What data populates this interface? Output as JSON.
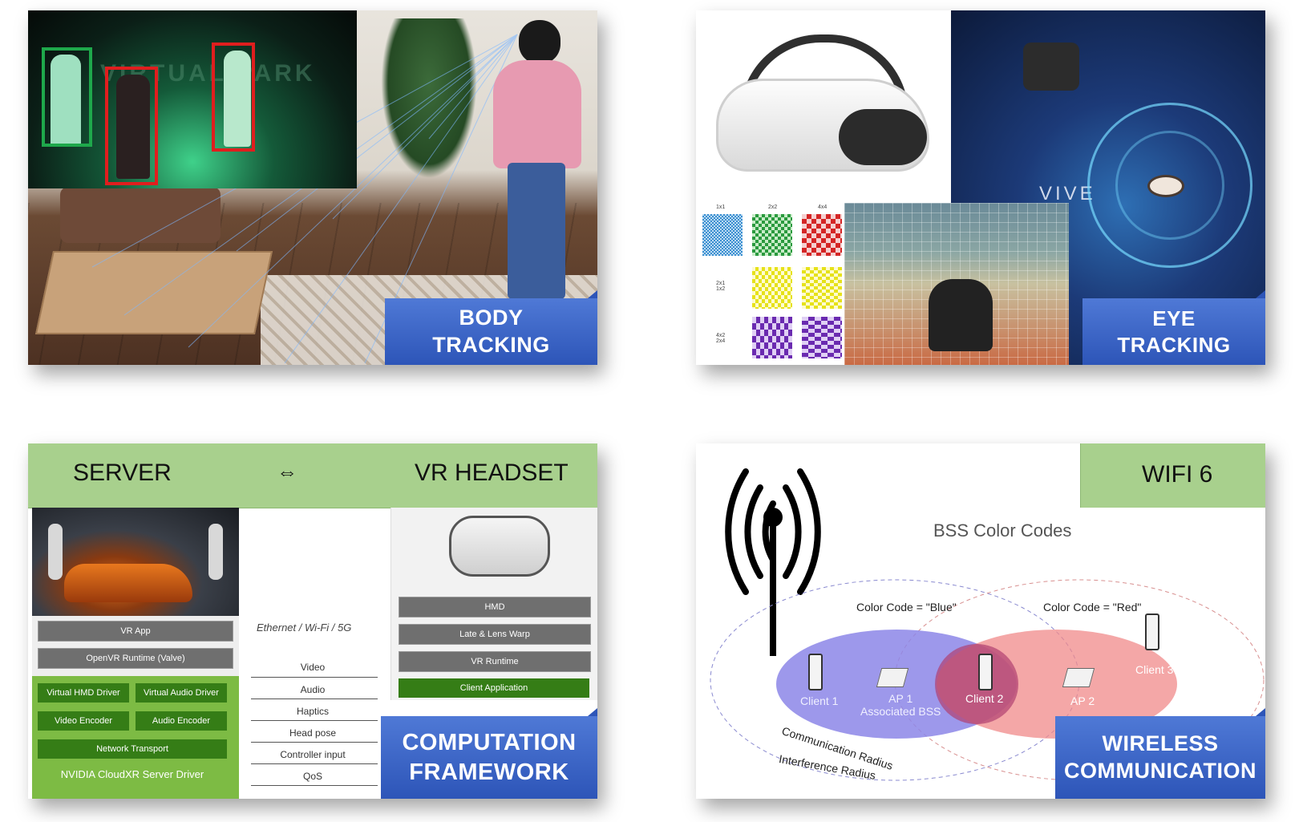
{
  "panels": {
    "body_tracking": {
      "label": "BODY\nTRACKING",
      "inset_banner": "VIRTUAL PARK"
    },
    "eye_tracking": {
      "label": "EYE\nTRACKING",
      "grid_labels": [
        "1x1",
        "2x2",
        "4x4",
        "2x1\n1x2",
        "4x2\n2x4"
      ],
      "brand": "VIVE"
    },
    "computation": {
      "label": "COMPUTATION\nFRAMEWORK",
      "header": {
        "left": "SERVER",
        "arrow": "⇔",
        "right": "VR HEADSET"
      },
      "server": {
        "buttons": [
          "VR App",
          "OpenVR Runtime (Valve)"
        ],
        "drivers": [
          "Virtual HMD Driver",
          "Virtual Audio Driver",
          "Video Encoder",
          "Audio Encoder",
          "Network Transport"
        ],
        "footer": "NVIDIA CloudXR Server Driver"
      },
      "link": {
        "medium": "Ethernet / Wi-Fi / 5G",
        "streams": [
          "Video",
          "Audio",
          "Haptics",
          "Head pose",
          "Controller input",
          "QoS"
        ]
      },
      "headset": {
        "buttons": [
          "HMD",
          "Late & Lens Warp",
          "VR Runtime"
        ],
        "client": "Client Application"
      }
    },
    "wireless": {
      "label": "WIRELESS\nCOMMUNICATION",
      "header": "WIFI 6",
      "title": "BSS Color Codes",
      "blue_code": "Color Code = \"Blue\"",
      "red_code": "Color Code = \"Red\"",
      "client1": "Client 1",
      "ap1": "AP 1\nAssociated BSS",
      "client2": "Client 2",
      "ap2": "AP 2",
      "client3": "Client 3",
      "comm_radius": "Communication Radius",
      "interf_radius": "Interference Radius"
    }
  }
}
